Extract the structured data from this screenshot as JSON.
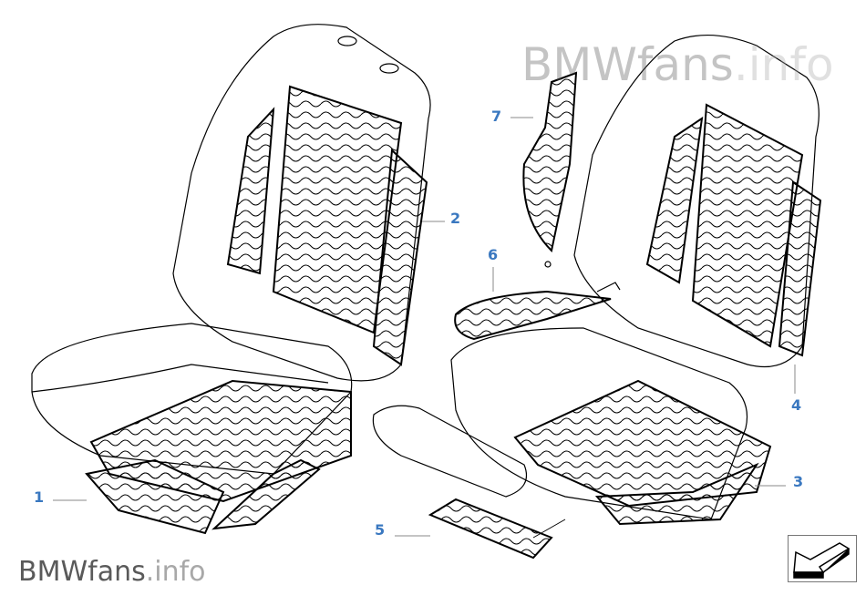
{
  "diagram": {
    "callouts": [
      {
        "id": "1",
        "label": "1"
      },
      {
        "id": "2",
        "label": "2"
      },
      {
        "id": "3",
        "label": "3"
      },
      {
        "id": "4",
        "label": "4"
      },
      {
        "id": "5",
        "label": "5"
      },
      {
        "id": "6",
        "label": "6"
      },
      {
        "id": "7",
        "label": "7"
      }
    ],
    "callout_color": "#3a78c0"
  },
  "watermark": {
    "brand": "BMWfans",
    "suffix": ".info"
  },
  "nav": {
    "icon": "arrow-back-icon"
  }
}
